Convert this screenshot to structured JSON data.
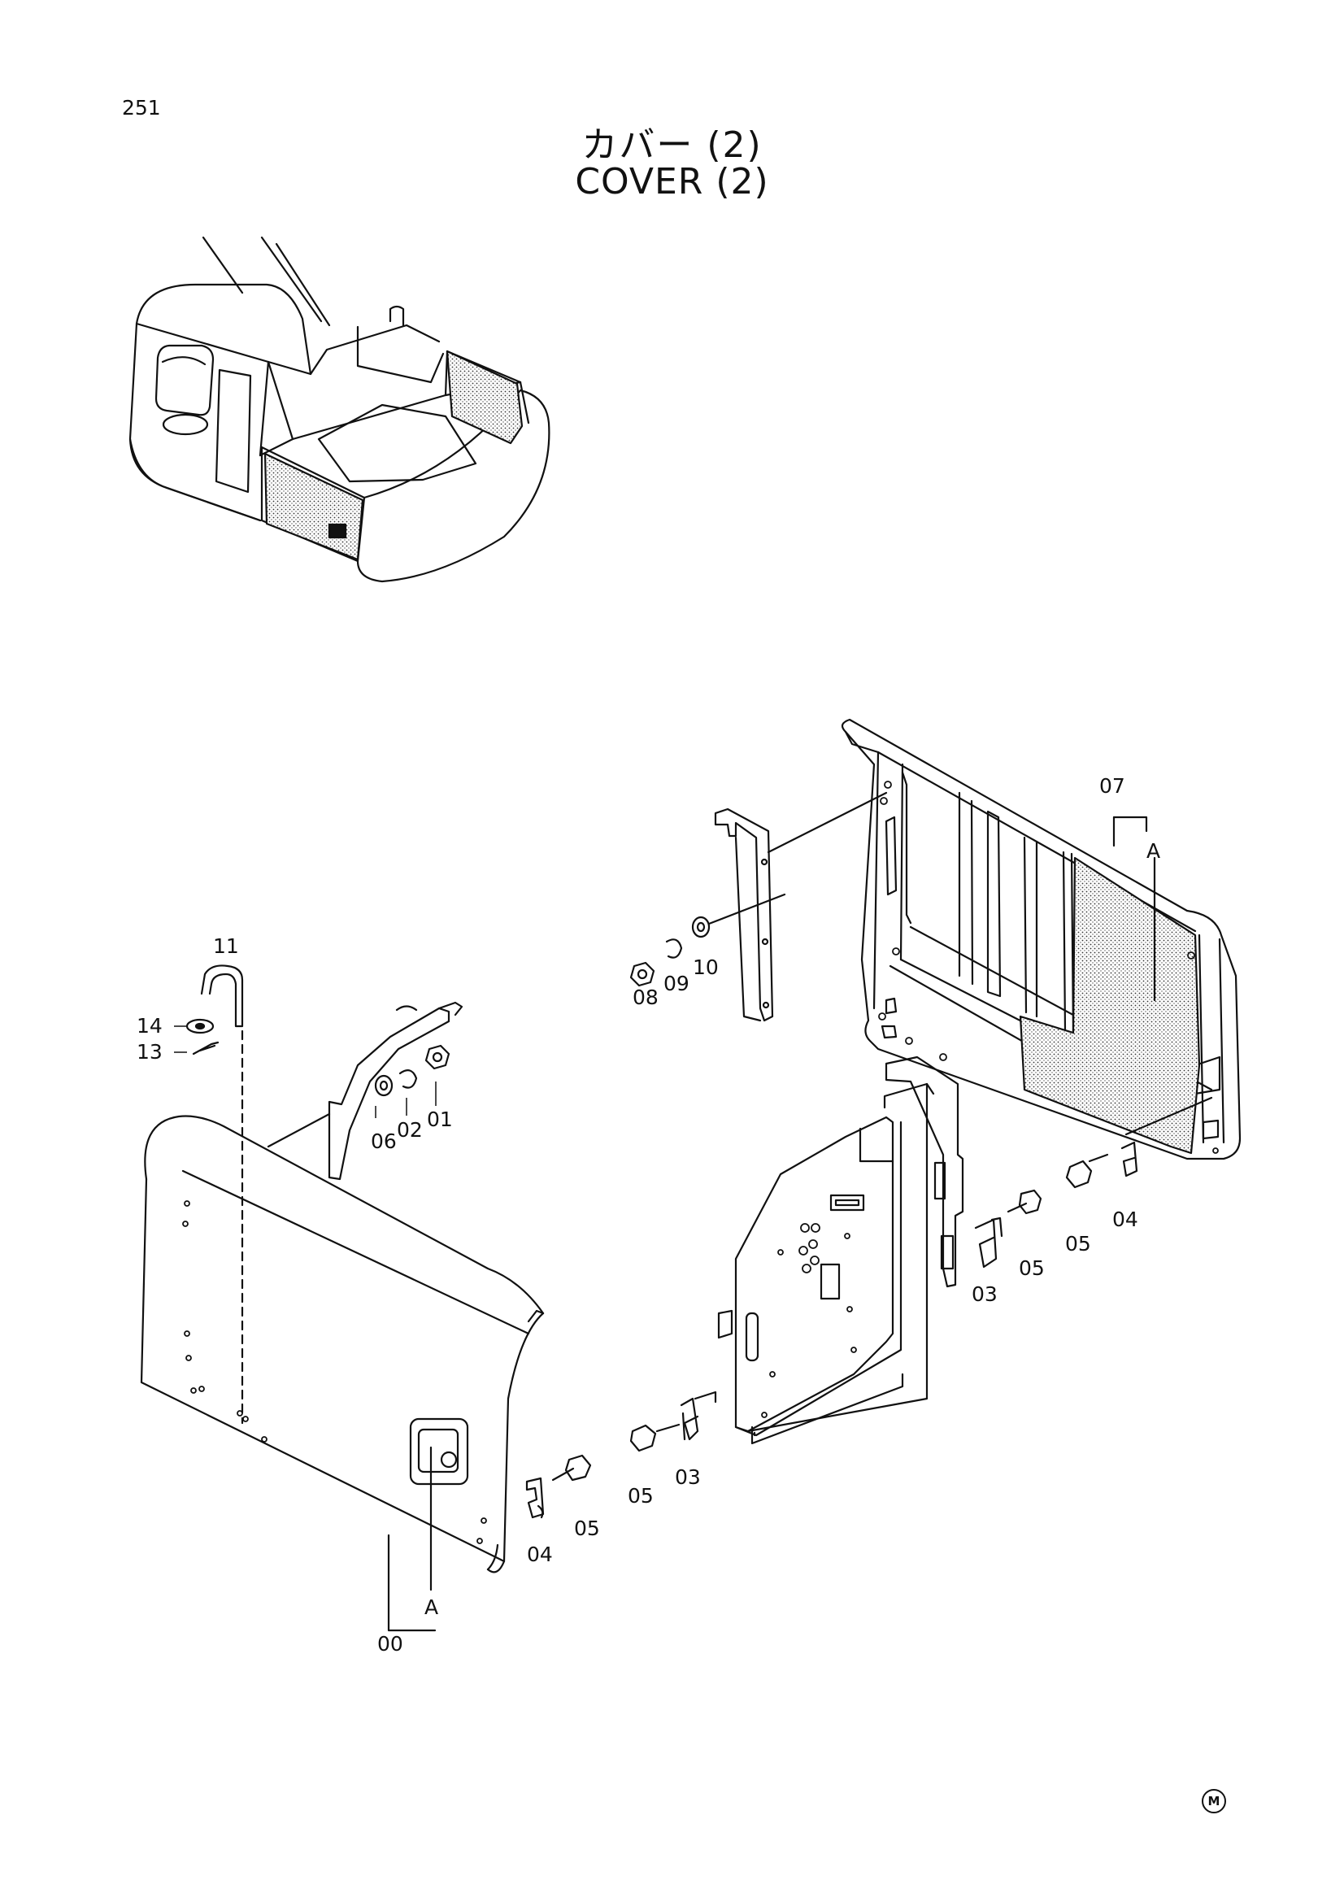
{
  "page": {
    "number": "251"
  },
  "title": {
    "japanese": "カバー (2)",
    "english": "COVER (2)"
  },
  "callouts": {
    "c00": "00",
    "c01": "01",
    "c02": "02",
    "c03a": "03",
    "c03b": "03",
    "c04a": "04",
    "c04b": "04",
    "c05a": "05",
    "c05b": "05",
    "c05c": "05",
    "c05d": "05",
    "c06": "06",
    "c07": "07",
    "c08": "08",
    "c09": "09",
    "c10": "10",
    "c11": "11",
    "c13": "13",
    "c14": "14",
    "refA1": "A",
    "refA2": "A"
  },
  "footer_mark": "M"
}
